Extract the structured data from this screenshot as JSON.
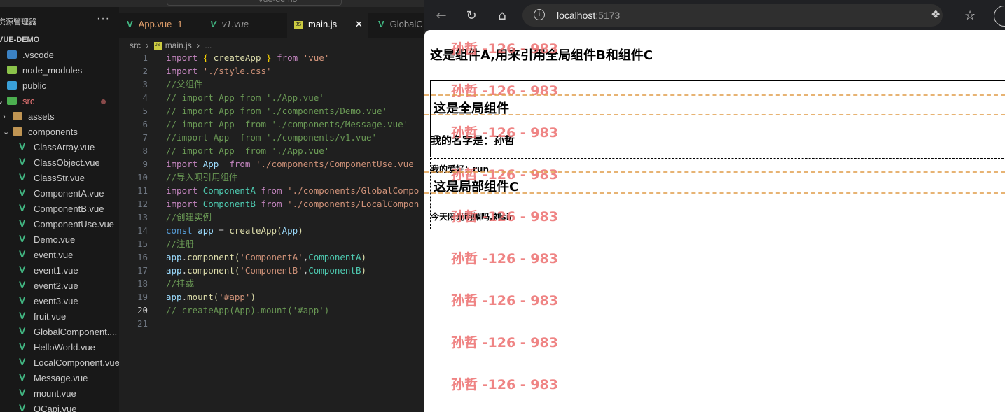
{
  "vscode": {
    "search": "vue-demo",
    "explorer": {
      "title": "资源管理器",
      "project": "VUE-DEMO",
      "items": [
        {
          "label": ".vscode",
          "type": "folder",
          "icon": "vscode-folder-icon"
        },
        {
          "label": "node_modules",
          "type": "folder",
          "icon": "node-modules-folder-icon"
        },
        {
          "label": "public",
          "type": "folder",
          "icon": "public-folder-icon"
        },
        {
          "label": "src",
          "type": "folder",
          "icon": "src-folder-icon",
          "modified": true
        },
        {
          "label": "assets",
          "type": "folder",
          "icon": "assets-folder-icon"
        },
        {
          "label": "components",
          "type": "folder",
          "icon": "components-folder-icon"
        },
        {
          "label": "ClassArray.vue",
          "type": "vue"
        },
        {
          "label": "ClassObject.vue",
          "type": "vue"
        },
        {
          "label": "ClassStr.vue",
          "type": "vue"
        },
        {
          "label": "ComponentA.vue",
          "type": "vue"
        },
        {
          "label": "ComponentB.vue",
          "type": "vue"
        },
        {
          "label": "ComponentUse.vue",
          "type": "vue"
        },
        {
          "label": "Demo.vue",
          "type": "vue"
        },
        {
          "label": "event.vue",
          "type": "vue"
        },
        {
          "label": "event1.vue",
          "type": "vue"
        },
        {
          "label": "event2.vue",
          "type": "vue"
        },
        {
          "label": "event3.vue",
          "type": "vue"
        },
        {
          "label": "fruit.vue",
          "type": "vue"
        },
        {
          "label": "GlobalComponent....",
          "type": "vue"
        },
        {
          "label": "HelloWorld.vue",
          "type": "vue"
        },
        {
          "label": "LocalComponent.vue",
          "type": "vue"
        },
        {
          "label": "Message.vue",
          "type": "vue"
        },
        {
          "label": "mount.vue",
          "type": "vue"
        },
        {
          "label": "OCapi.vue",
          "type": "vue"
        }
      ]
    },
    "tabs": [
      {
        "label": "App.vue",
        "badge": "1",
        "kind": "vue"
      },
      {
        "label": "v1.vue",
        "kind": "vue"
      },
      {
        "label": "main.js",
        "kind": "js",
        "active": true,
        "close": "✕"
      },
      {
        "label": "GlobalC",
        "kind": "vue"
      }
    ],
    "breadcrumb": {
      "folder": "src",
      "sep": "›",
      "file": "main.js",
      "rest": "..."
    },
    "code": [
      "import { createApp } from 'vue'",
      "import './style.css'",
      "//父组件",
      "// import App from './App.vue'",
      "// import App from './components/Demo.vue'",
      "// import App  from './components/Message.vue'",
      "//import App  from './components/v1.vue'",
      "// import App  from './App.vue'",
      "import App  from './components/ComponentUse.vue",
      "//导入呗引用组件",
      "import ComponentA from './components/GlobalCompo",
      "import ComponentB from './components/LocalCompon",
      "//创建实例",
      "const app = createApp(App)",
      "//注册",
      "app.component('ComponentA',ComponentA)",
      "app.component('ComponentB',ComponentB)",
      "//挂载",
      "app.mount('#app')",
      "// createApp(App).mount('#app')",
      ""
    ],
    "current_line": 20
  },
  "browser": {
    "url_host": "localhost",
    "url_port": ":5173",
    "page": {
      "heading_a": "这是组件A,用来引用全局组件B和组件C",
      "heading_global": "这是全局组件",
      "name_line": "我的名字是：孙哲",
      "hobby_line": "我的爱好：run",
      "heading_local": "这是局部组件C",
      "weather_line": "今天阳光明媚吗,刘sir"
    },
    "watermark": "孙哲 -126 - 983"
  }
}
